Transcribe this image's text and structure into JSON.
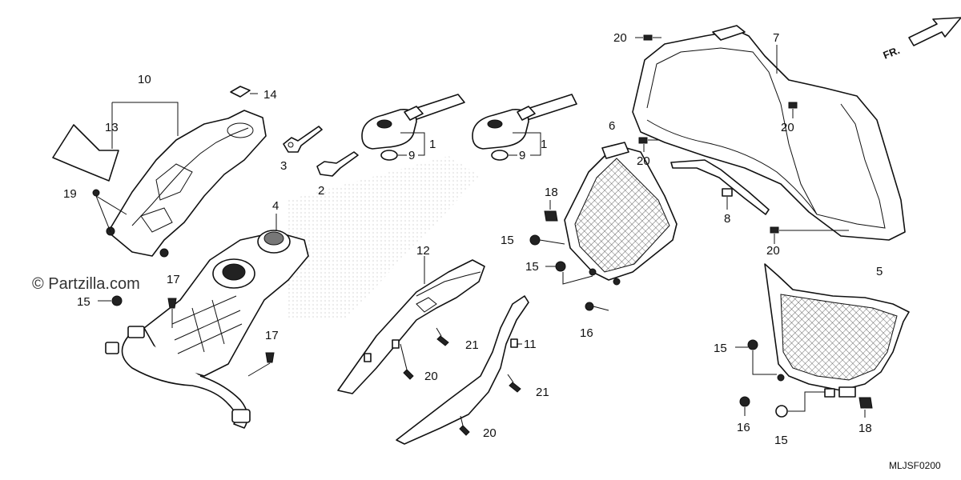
{
  "watermark": "© Partzilla.com",
  "diagram_code": "MLJSF0200",
  "direction_label": "FR.",
  "callouts": {
    "c1a": "1",
    "c1b": "1",
    "c2": "2",
    "c3": "3",
    "c4": "4",
    "c5": "5",
    "c6": "6",
    "c7": "7",
    "c8": "8",
    "c9a": "9",
    "c9b": "9",
    "c10": "10",
    "c11": "11",
    "c12": "12",
    "c13": "13",
    "c14": "14",
    "c15a": "15",
    "c15b": "15",
    "c15c": "15",
    "c15d": "15",
    "c15e": "15",
    "c16a": "16",
    "c16b": "16",
    "c17a": "17",
    "c17b": "17",
    "c18a": "18",
    "c18b": "18",
    "c19": "19",
    "c20a": "20",
    "c20b": "20",
    "c20c": "20",
    "c20d": "20",
    "c20e": "20",
    "c20f": "20",
    "c21a": "21",
    "c21b": "21"
  }
}
